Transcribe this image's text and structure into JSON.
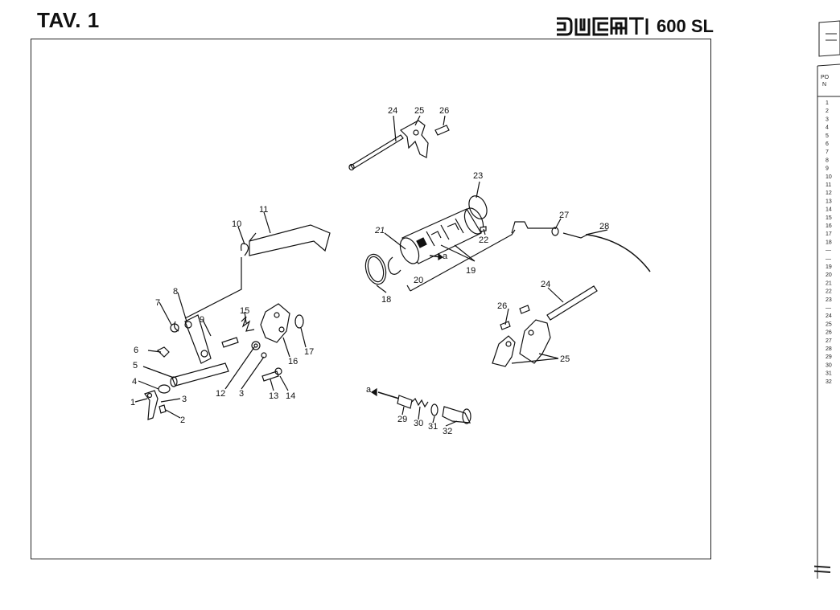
{
  "header": {
    "plate": "TAV. 1",
    "brand": "DUCATI",
    "model": "600 SL"
  },
  "callouts": [
    {
      "id": "c1",
      "label": "1"
    },
    {
      "id": "c2",
      "label": "2"
    },
    {
      "id": "c3a",
      "label": "3"
    },
    {
      "id": "c3b",
      "label": "3"
    },
    {
      "id": "c4",
      "label": "4"
    },
    {
      "id": "c5",
      "label": "5"
    },
    {
      "id": "c6",
      "label": "6"
    },
    {
      "id": "c7",
      "label": "7"
    },
    {
      "id": "c8",
      "label": "8"
    },
    {
      "id": "c9",
      "label": "9"
    },
    {
      "id": "c10",
      "label": "10"
    },
    {
      "id": "c11",
      "label": "11"
    },
    {
      "id": "c12",
      "label": "12"
    },
    {
      "id": "c13",
      "label": "13"
    },
    {
      "id": "c14",
      "label": "14"
    },
    {
      "id": "c15",
      "label": "15"
    },
    {
      "id": "c16",
      "label": "16"
    },
    {
      "id": "c17",
      "label": "17"
    },
    {
      "id": "c18",
      "label": "18"
    },
    {
      "id": "c19",
      "label": "19"
    },
    {
      "id": "c20",
      "label": "20"
    },
    {
      "id": "c21",
      "label": "21"
    },
    {
      "id": "c22",
      "label": "22"
    },
    {
      "id": "c23",
      "label": "23"
    },
    {
      "id": "c24a",
      "label": "24"
    },
    {
      "id": "c24b",
      "label": "24"
    },
    {
      "id": "c25a",
      "label": "25"
    },
    {
      "id": "c25b",
      "label": "25"
    },
    {
      "id": "c26a",
      "label": "26"
    },
    {
      "id": "c26b",
      "label": "26"
    },
    {
      "id": "c27",
      "label": "27"
    },
    {
      "id": "c28",
      "label": "28"
    },
    {
      "id": "c29",
      "label": "29"
    },
    {
      "id": "c30",
      "label": "30"
    },
    {
      "id": "c31",
      "label": "31"
    },
    {
      "id": "c32",
      "label": "32"
    },
    {
      "id": "ca1",
      "label": "a"
    },
    {
      "id": "ca2",
      "label": "a"
    }
  ],
  "edge_page": {
    "header_line1": "PO",
    "header_line2": "N",
    "rows": [
      "1",
      "2",
      "3",
      "4",
      "5",
      "6",
      "7",
      "8",
      "9",
      "10",
      "11",
      "12",
      "13",
      "14",
      "15",
      "16",
      "17",
      "18",
      "—",
      "—",
      "19",
      "20",
      "21",
      "22",
      "23",
      "—",
      "24",
      "25",
      "26",
      "27",
      "28",
      "29",
      "30",
      "31",
      "32"
    ]
  }
}
